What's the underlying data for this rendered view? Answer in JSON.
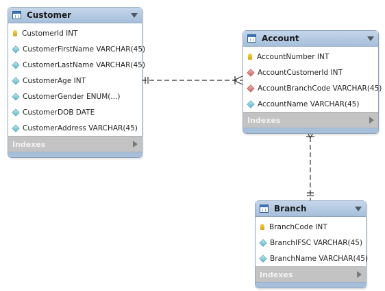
{
  "tables": {
    "customer": {
      "title": "Customer",
      "columns": [
        {
          "icon": "primary-key-icon",
          "label": "CustomerId INT"
        },
        {
          "icon": "column-diamond-icon",
          "label": "CustomerFirstName VARCHAR(45)"
        },
        {
          "icon": "column-diamond-icon",
          "label": "CustomerLastName VARCHAR(45)"
        },
        {
          "icon": "column-diamond-icon",
          "label": "CustomerAge INT"
        },
        {
          "icon": "column-diamond-icon",
          "label": "CustomerGender ENUM(...)"
        },
        {
          "icon": "column-diamond-icon",
          "label": "CustomerDOB DATE"
        },
        {
          "icon": "column-diamond-icon",
          "label": "CustomerAddress VARCHAR(45)"
        }
      ],
      "indexes_label": "Indexes"
    },
    "account": {
      "title": "Account",
      "columns": [
        {
          "icon": "primary-key-icon",
          "label": "AccountNumber INT"
        },
        {
          "icon": "foreign-key-diamond-icon",
          "label": "AccountCustomerId INT"
        },
        {
          "icon": "foreign-key-diamond-icon",
          "label": "AccountBranchCode VARCHAR(45)"
        },
        {
          "icon": "column-diamond-icon",
          "label": "AccountName VARCHAR(45)"
        }
      ],
      "indexes_label": "Indexes"
    },
    "branch": {
      "title": "Branch",
      "columns": [
        {
          "icon": "primary-key-icon",
          "label": "BranchCode INT"
        },
        {
          "icon": "column-diamond-icon",
          "label": "BranchIFSC VARCHAR(45)"
        },
        {
          "icon": "column-diamond-icon",
          "label": "BranchName VARCHAR(45)"
        }
      ],
      "indexes_label": "Indexes"
    }
  },
  "relationships": [
    {
      "from": "Customer",
      "to": "Account",
      "from_end": "one-mandatory",
      "to_end": "many-optional",
      "style": "dashed"
    },
    {
      "from": "Branch",
      "to": "Account",
      "from_end": "one-mandatory",
      "to_end": "many-optional",
      "style": "dashed"
    }
  ],
  "colors": {
    "header": "#b3c8e1",
    "indexes_bar": "#c3c3c3",
    "connector": "#333333",
    "primary_key": "#e3b62a",
    "column_diamond": "#5ab6c8",
    "foreign_key_diamond": "#cf5d5d"
  }
}
